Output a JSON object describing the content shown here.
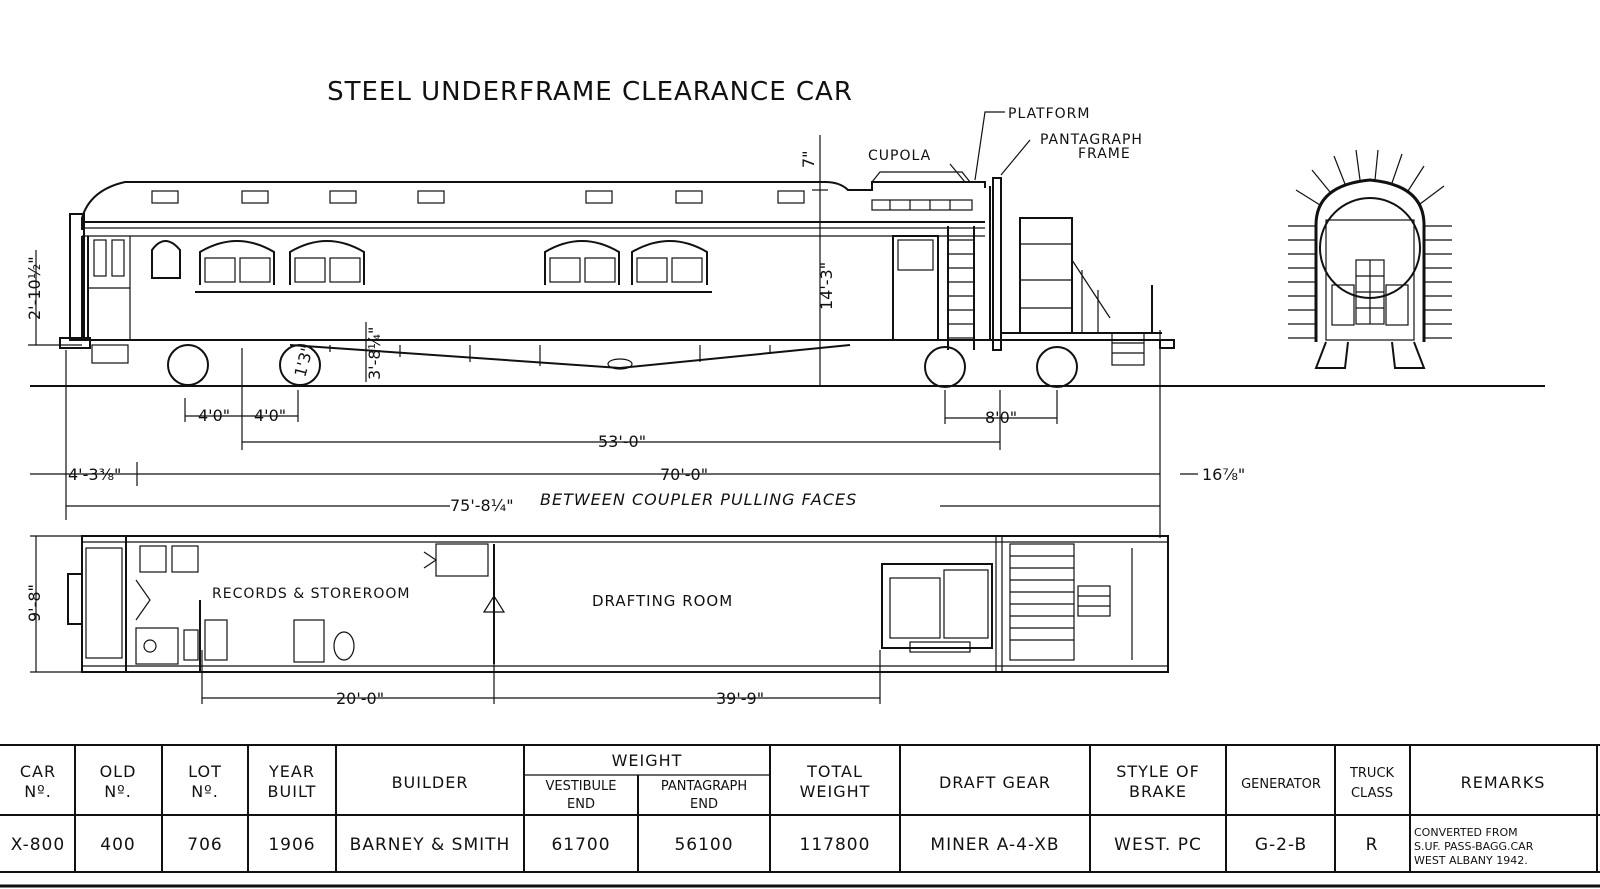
{
  "title": "STEEL UNDERFRAME CLEARANCE CAR",
  "callouts": {
    "platform": "PLATFORM",
    "pantagraph_frame_1": "PANTAGRAPH",
    "pantagraph_frame_2": "FRAME",
    "cupola": "CUPOLA"
  },
  "dimensions": {
    "cupola_height": "7\"",
    "end_height": "2'-10½\"",
    "body_height": "14'-3\"",
    "underframe_drop": "3'-8¼\"",
    "truck_wheel": "1'3\"",
    "truck_spacing_a": "4'0\"",
    "truck_spacing_b": "4'0\"",
    "pantagraph_truck": "8'0\"",
    "truck_centers": "53'-0\"",
    "left_overhang": "4'-3⅜\"",
    "body_length": "70'-0\"",
    "right_overhang": "16⅞\"",
    "coupler_length": "75'-8¼\"",
    "coupler_note": "BETWEEN COUPLER PULLING FACES",
    "width": "9'-8\"",
    "records_length": "20'-0\"",
    "drafting_length": "39'-9\""
  },
  "rooms": {
    "records": "RECORDS & STOREROOM",
    "drafting": "DRAFTING ROOM"
  },
  "table": {
    "headers": {
      "car_no": [
        "CAR",
        "Nº."
      ],
      "old_no": [
        "OLD",
        "Nº."
      ],
      "lot_no": [
        "LOT",
        "Nº."
      ],
      "year_built": [
        "YEAR",
        "BUILT"
      ],
      "builder": "BUILDER",
      "weight": "WEIGHT",
      "vestibule_end": [
        "VESTIBULE",
        "END"
      ],
      "pantagraph_end": [
        "PANTAGRAPH",
        "END"
      ],
      "total_weight": [
        "TOTAL",
        "WEIGHT"
      ],
      "draft_gear": "DRAFT GEAR",
      "style_of_brake": [
        "STYLE OF",
        "BRAKE"
      ],
      "generator": "GENERATOR",
      "truck_class": [
        "TRUCK",
        "CLASS"
      ],
      "remarks": "REMARKS"
    },
    "row": {
      "car_no": "X-800",
      "old_no": "400",
      "lot_no": "706",
      "year_built": "1906",
      "builder": "BARNEY & SMITH",
      "vestibule_end": "61700",
      "pantagraph_end": "56100",
      "total_weight": "117800",
      "draft_gear": "MINER A-4-XB",
      "style_of_brake": "WEST. PC",
      "generator": "G-2-B",
      "truck_class": "R",
      "remarks": [
        "CONVERTED FROM",
        "S.UF. PASS-BAGG.CAR",
        "WEST ALBANY 1942."
      ]
    }
  },
  "colors": {
    "ink": "#111111",
    "paper": "#ffffff"
  }
}
